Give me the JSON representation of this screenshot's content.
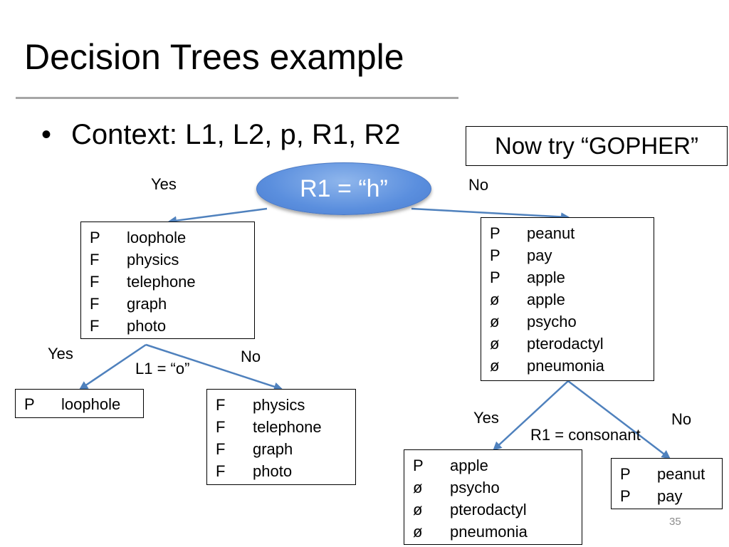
{
  "title": "Decision Trees example",
  "bullet": "Context: L1, L2, p, R1, R2",
  "callout": "Now try “GOPHER”",
  "root": {
    "label": "R1 = “h”",
    "yes_label": "Yes",
    "no_label": "No"
  },
  "left_node": {
    "rows": [
      {
        "cls": "P",
        "word": "loophole"
      },
      {
        "cls": "F",
        "word": "physics"
      },
      {
        "cls": "F",
        "word": "telephone"
      },
      {
        "cls": "F",
        "word": "graph"
      },
      {
        "cls": "F",
        "word": "photo"
      }
    ],
    "split_label": "L1 = “o”",
    "yes_label": "Yes",
    "no_label": "No"
  },
  "left_yes_leaf": {
    "rows": [
      {
        "cls": "P",
        "word": "loophole"
      }
    ]
  },
  "left_no_leaf": {
    "rows": [
      {
        "cls": "F",
        "word": "physics"
      },
      {
        "cls": "F",
        "word": "telephone"
      },
      {
        "cls": "F",
        "word": "graph"
      },
      {
        "cls": "F",
        "word": "photo"
      }
    ]
  },
  "right_node": {
    "rows": [
      {
        "cls": "P",
        "word": "peanut"
      },
      {
        "cls": "P",
        "word": "pay"
      },
      {
        "cls": "P",
        "word": "apple"
      },
      {
        "cls": "ø",
        "word": "apple"
      },
      {
        "cls": "ø",
        "word": "psycho"
      },
      {
        "cls": "ø",
        "word": "pterodactyl"
      },
      {
        "cls": "ø",
        "word": "pneumonia"
      }
    ],
    "split_label": "R1 = consonant",
    "yes_label": "Yes",
    "no_label": "No"
  },
  "right_yes_leaf": {
    "rows": [
      {
        "cls": "P",
        "word": "apple"
      },
      {
        "cls": "ø",
        "word": "psycho"
      },
      {
        "cls": "ø",
        "word": "pterodactyl"
      },
      {
        "cls": "ø",
        "word": "pneumonia"
      }
    ]
  },
  "right_no_leaf": {
    "rows": [
      {
        "cls": "P",
        "word": "peanut"
      },
      {
        "cls": "P",
        "word": "pay"
      }
    ]
  },
  "slide_number": "35",
  "colors": {
    "edge": "#4f81bd",
    "node_fill": "#5b8fde"
  }
}
